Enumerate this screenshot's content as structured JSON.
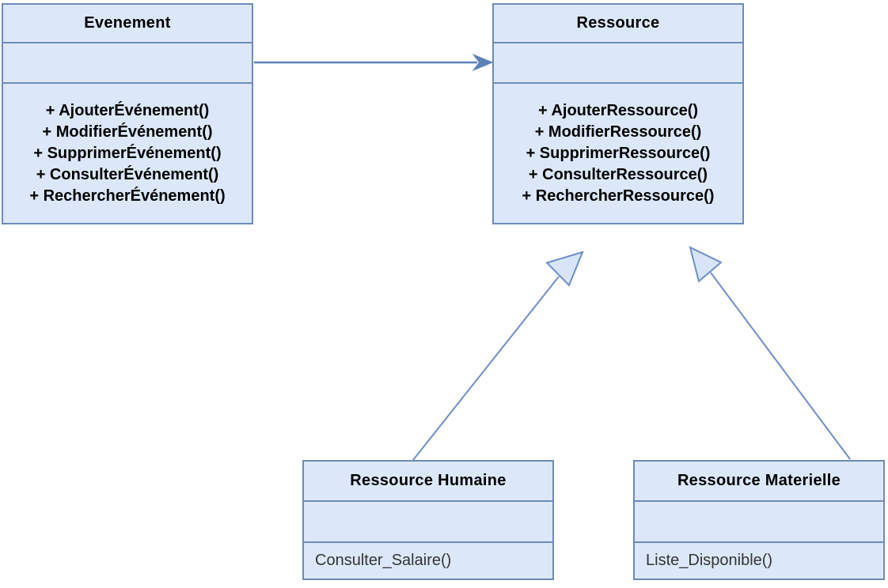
{
  "diagram": {
    "kind": "uml-class-diagram",
    "colors": {
      "box_fill": "#dce8f9",
      "box_border": "#6d8bb9",
      "association_arrow": "#5d81b8",
      "generalization_line": "#6e8ec5",
      "generalization_triangle_fill": "#d8e5f8",
      "text": "#000000"
    },
    "classes": {
      "evenement": {
        "name": "Evenement",
        "attributes": "",
        "methods": [
          "+ AjouterÉvénement()",
          "+ ModifierÉvénement()",
          "+ SupprimerÉvénement()",
          "+ ConsulterÉvénement()",
          "+ RechercherÉvénement()"
        ]
      },
      "ressource": {
        "name": "Ressource",
        "attributes": "",
        "methods": [
          "+ AjouterRessource()",
          "+ ModifierRessource()",
          "+ SupprimerRessource()",
          "+ ConsulterRessource()",
          "+ RechercherRessource()"
        ]
      },
      "ressource_humaine": {
        "name": "Ressource Humaine",
        "attributes": "",
        "methods": [
          "Consulter_Salaire()"
        ]
      },
      "ressource_materielle": {
        "name": "Ressource Materielle",
        "attributes": "",
        "methods": [
          "Liste_Disponible()"
        ]
      }
    },
    "relations": [
      {
        "type": "association",
        "from": "Evenement",
        "to": "Ressource"
      },
      {
        "type": "generalization",
        "from": "Ressource Humaine",
        "to": "Ressource"
      },
      {
        "type": "generalization",
        "from": "Ressource Materielle",
        "to": "Ressource"
      }
    ]
  }
}
